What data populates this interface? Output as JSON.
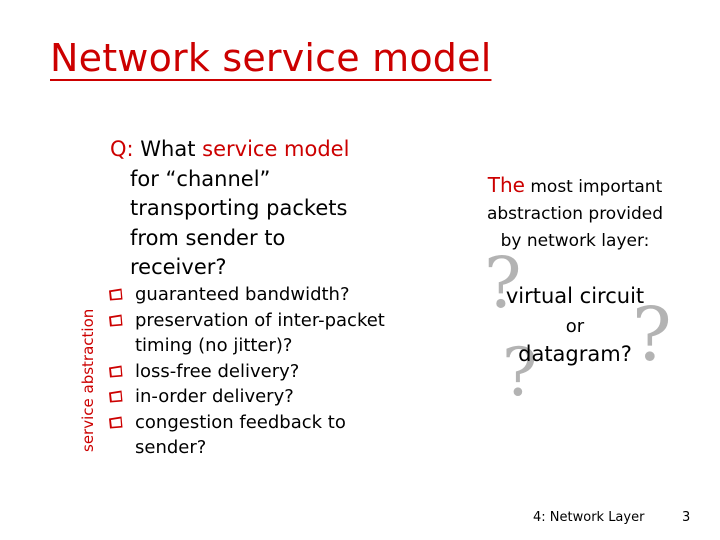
{
  "title": "Network service model",
  "side_label": "service abstraction",
  "question": {
    "prefix": "Q:",
    "text_before": " What ",
    "highlight": "service model",
    "lines": [
      "for “channel”",
      "transporting packets",
      "from sender to",
      "receiver?"
    ]
  },
  "bullets": [
    {
      "lines": [
        "guaranteed bandwidth?"
      ]
    },
    {
      "lines": [
        "preservation of inter-packet",
        "timing (no jitter)?"
      ]
    },
    {
      "lines": [
        "loss-free delivery?"
      ]
    },
    {
      "lines": [
        "in-order delivery?"
      ]
    },
    {
      "lines": [
        "congestion feedback to",
        "sender?"
      ]
    }
  ],
  "right": {
    "the": "The",
    "line1_rest": " most important",
    "line2": "abstraction provided",
    "line3": "by network layer:",
    "option1": "virtual circuit",
    "connector": "or",
    "option2": "datagram?",
    "question_mark": "?"
  },
  "footer": {
    "label": "4: Network Layer",
    "page": "3"
  },
  "colors": {
    "accent": "#cc0000",
    "question_mark": "#b3b3b3"
  },
  "icons": {
    "bullet": "red-checkbox-bullet-icon"
  }
}
